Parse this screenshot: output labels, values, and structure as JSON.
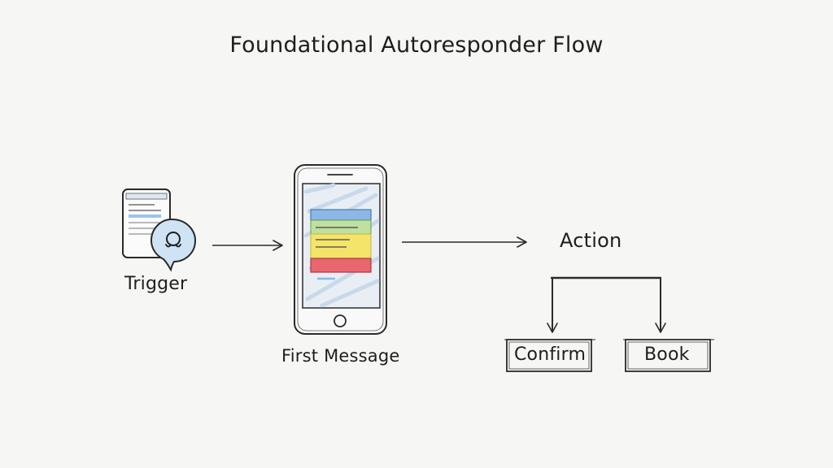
{
  "diagram": {
    "title": "Foundational Autoresponder Flow",
    "nodes": {
      "trigger": {
        "label": "Trigger",
        "icon": "email-chat-icon"
      },
      "first_message": {
        "label": "First Message",
        "icon": "smartphone-icon"
      },
      "action": {
        "label": "Action"
      },
      "confirm": {
        "label": "Confirm"
      },
      "book": {
        "label": "Book"
      }
    },
    "edges": [
      {
        "from": "Trigger",
        "to": "First Message"
      },
      {
        "from": "First Message",
        "to": "Action"
      },
      {
        "from": "Action",
        "to": "Confirm"
      },
      {
        "from": "Action",
        "to": "Book"
      }
    ],
    "colors": {
      "ink": "#2a2a2a",
      "bubble": "#cfe3f5",
      "blue_band": "#7fb4e6",
      "green_band": "#a9d98c",
      "yellow_band": "#f4e46a",
      "red_band": "#e8666e"
    }
  }
}
